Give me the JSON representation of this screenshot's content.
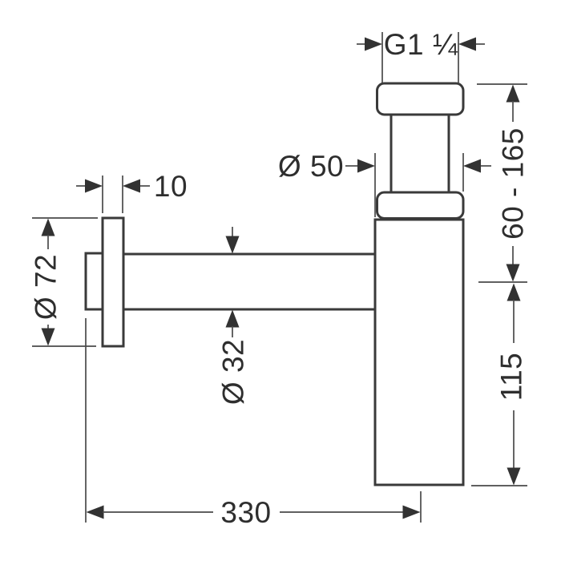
{
  "diagram": {
    "title": "bottle-trap-technical-drawing",
    "background_color": "#ffffff",
    "outline_color": "#3a3a3a",
    "dimension_line_color": "#4a4a4a",
    "text_color": "#2e2e2e",
    "dimensions": {
      "thread_size": "G1 ¼",
      "body_diameter": "Ø 50",
      "flange_thickness": "10",
      "flange_diameter": "Ø 72",
      "pipe_diameter": "Ø 32",
      "adjustable_height_range": "60 - 165",
      "body_height": "115",
      "projection_length": "330"
    }
  }
}
